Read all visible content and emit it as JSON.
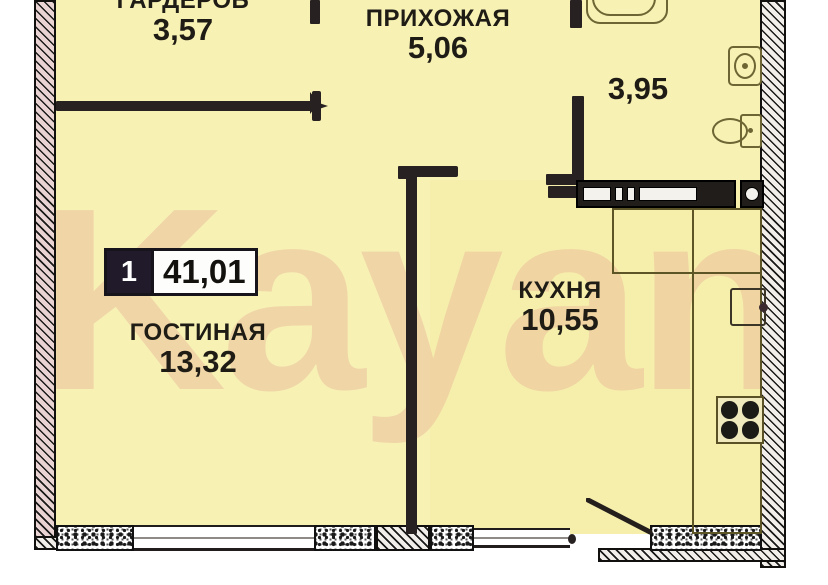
{
  "plan": {
    "badge": {
      "rooms": "1",
      "total_area": "41,01"
    },
    "rooms": [
      {
        "id": "wardrobe",
        "name": "ГАРДЕРОБ",
        "area": "3,57"
      },
      {
        "id": "hallway",
        "name": "ПРИХОЖАЯ",
        "area": "5,06"
      },
      {
        "id": "bathroom",
        "name": "",
        "area": "3,95"
      },
      {
        "id": "kitchen",
        "name": "КУХНЯ",
        "area": "10,55"
      },
      {
        "id": "living-room",
        "name": "ГОСТИНАЯ",
        "area": "13,32"
      }
    ],
    "watermark": "Kayan",
    "colors": {
      "floor": "#f7f1b4",
      "wall": "#272221",
      "badge_accent": "#201a2b",
      "fixture_outline": "#6d6533",
      "watermark": "#e2968c"
    },
    "fixtures": [
      {
        "name": "bathtub"
      },
      {
        "name": "sink"
      },
      {
        "name": "toilet"
      },
      {
        "name": "kitchen-sink"
      },
      {
        "name": "stove"
      }
    ]
  }
}
